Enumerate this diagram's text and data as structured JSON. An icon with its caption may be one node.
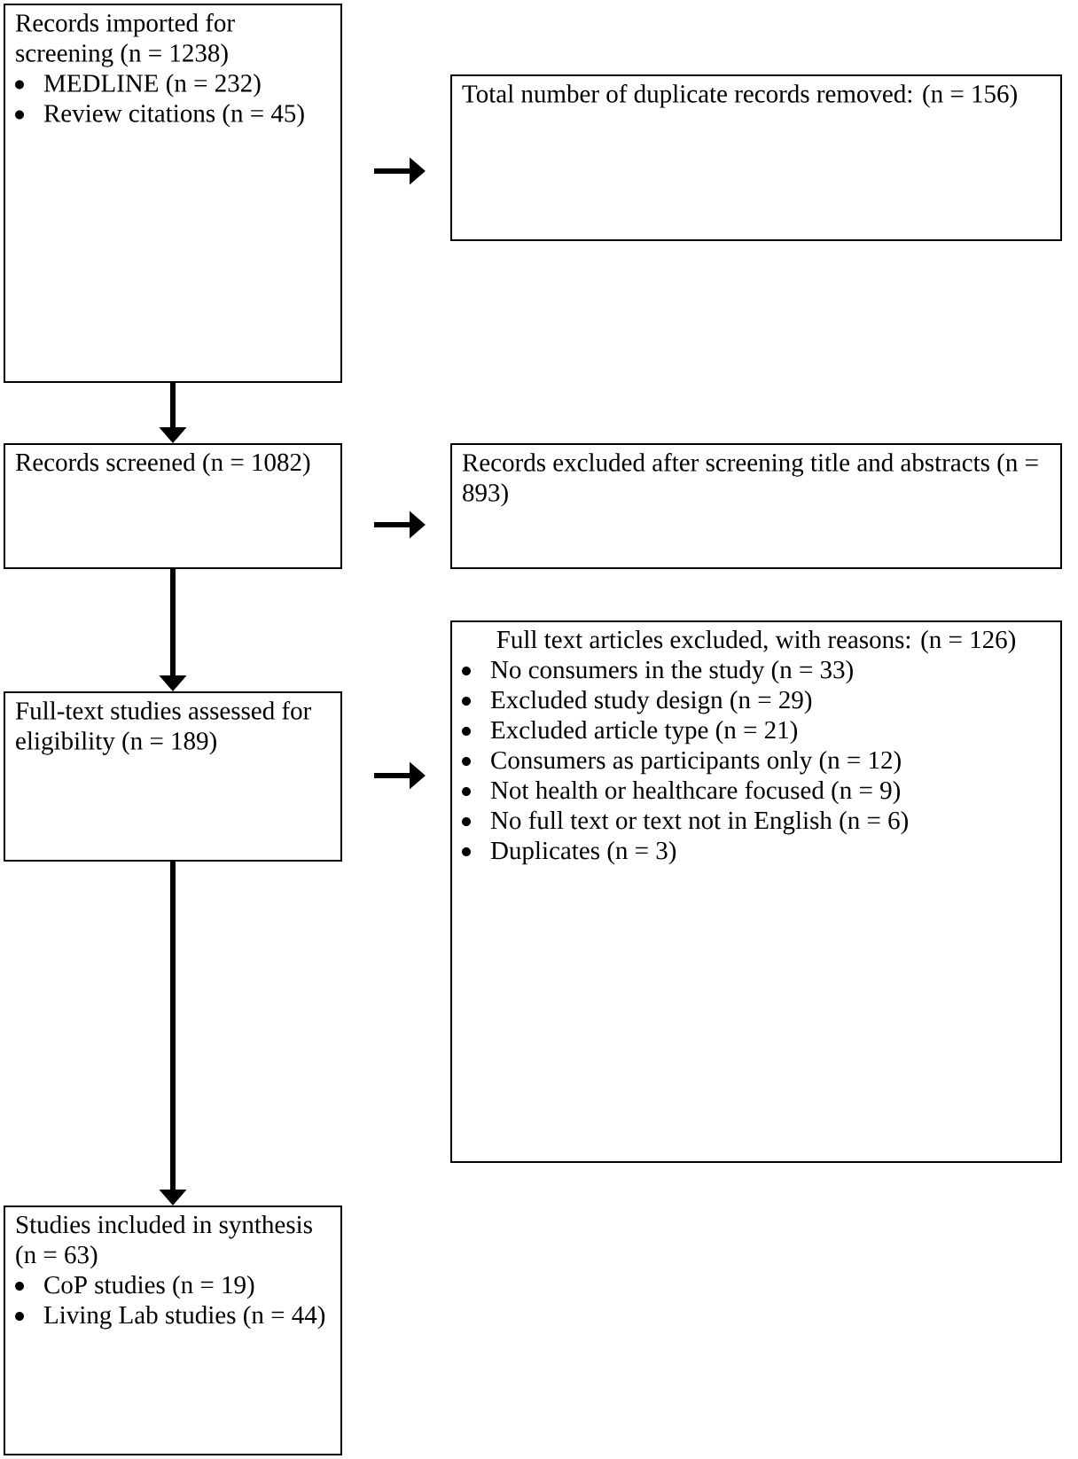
{
  "diagram": {
    "nodes": [
      {
        "text": [
          "Records imported for screening (n = 1238)",
          "MEDLINE (n = 232)",
          "Review citations (n = 45)"
        ]
      },
      {
        "text": [
          "Total number of duplicate records removed: (n = 156)"
        ]
      },
      {
        "text": [
          "Records screened (n = 1082)"
        ]
      },
      {
        "text": [
          "Records excluded after screening title and abstracts (n = 893)"
        ]
      },
      {
        "text": [
          "Full-text studies assessed for eligibility (n = 189)"
        ]
      },
      {
        "text": [
          "Full text articles excluded, with reasons: (n = 126)",
          "No consumers in the study (n = 33)",
          "Excluded study design (n = 29)",
          "Excluded article type (n = 21)",
          "Consumers as participants only (n = 12)",
          "Not health or healthcare focused (n = 9)",
          "No full text or text not in English (n = 6)",
          "Duplicates (n = 3)"
        ]
      },
      {
        "text": [
          "Studies included in synthesis (n = 63)",
          "CoP studies (n = 19)",
          "Living Lab studies (n = 44)"
        ]
      }
    ],
    "edges": [
      {
        "from": 0,
        "to": 1,
        "arrow": "to"
      },
      {
        "from": 0,
        "to": 2,
        "arrow": "to"
      },
      {
        "from": 2,
        "to": 3,
        "arrow": "to"
      },
      {
        "from": 2,
        "to": 4,
        "arrow": "to"
      },
      {
        "from": 4,
        "to": 5,
        "arrow": "to"
      },
      {
        "from": 4,
        "to": 6,
        "arrow": "to"
      }
    ]
  }
}
